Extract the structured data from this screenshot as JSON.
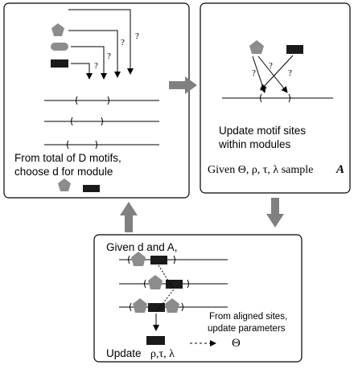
{
  "panels": {
    "top_left": {
      "question_marks": [
        "?",
        "?",
        "?",
        "?"
      ],
      "caption_line1": "From total of D motifs,",
      "caption_line2": "choose d for module"
    },
    "top_right": {
      "question_marks": [
        "?",
        "?",
        "?"
      ],
      "caption_line1": "Update motif sites",
      "caption_line2": "within modules",
      "given_text": "Given Θ, ρ, τ, λ  sample",
      "given_symbol": "A"
    },
    "bottom": {
      "title": "Given d and A,",
      "aligned_line1": "From aligned sites,",
      "aligned_line2": "update parameters",
      "theta": "Θ",
      "update_label": "Update",
      "update_params": "ρ,τ, λ"
    }
  },
  "colors": {
    "motif_gray": "#8c8c8c",
    "motif_black": "#1a1a1a",
    "arrow_gray": "#808080",
    "border": "#000000"
  }
}
